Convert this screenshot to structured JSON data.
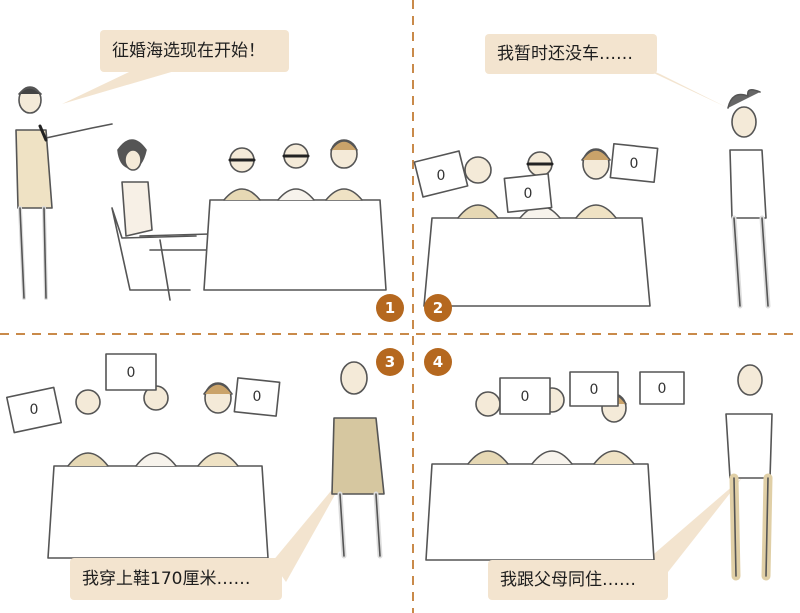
{
  "panels": [
    {
      "number": "1",
      "caption": "征婚海选现在开始！"
    },
    {
      "number": "2",
      "caption": "我暂时还没车……"
    },
    {
      "number": "3",
      "caption": "我穿上鞋170厘米……"
    },
    {
      "number": "4",
      "caption": "我跟父母同住……"
    }
  ],
  "sign_mark": "0",
  "colors": {
    "accent": "#b5681f",
    "bubble": "#f3e4cf",
    "divider": "#c98a4a"
  }
}
